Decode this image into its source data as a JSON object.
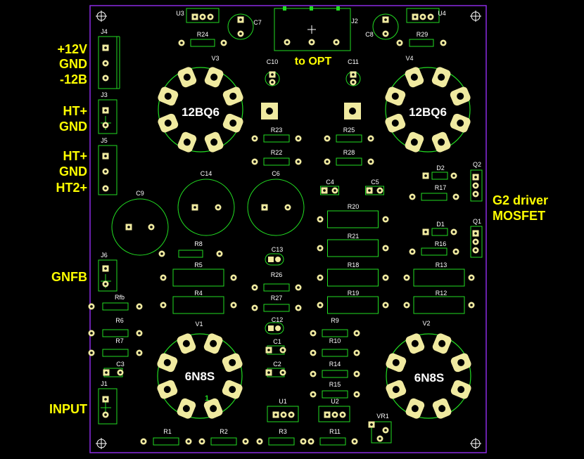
{
  "labels": {
    "j4": [
      "+12V",
      "GND",
      "-12B"
    ],
    "j3": [
      "HT+",
      "GND"
    ],
    "j5": [
      "HT+",
      "GND",
      "HT2+"
    ],
    "j6": "GNFB",
    "j1": "INPUT",
    "g2": [
      "G2 driver",
      "MOSFET"
    ],
    "opt": "to OPT",
    "tube_top": "12BQ6",
    "tube_bottom": "6N8S",
    "pin1_mark": "1"
  },
  "refs": {
    "u3": "U3",
    "u4": "U4",
    "c7": "C7",
    "c8": "C8",
    "j2": "J2",
    "j4": "J4",
    "j3": "J3",
    "j5": "J5",
    "j6": "J6",
    "j1": "J1",
    "r24": "R24",
    "r29": "R29",
    "v3": "V3",
    "v4": "V4",
    "v1": "V1",
    "v2": "V2",
    "c10": "C10",
    "c11": "C11",
    "r23": "R23",
    "r25": "R25",
    "r22": "R22",
    "r28": "R28",
    "c14": "C14",
    "c6": "C6",
    "c9": "C9",
    "c4": "C4",
    "c5": "C5",
    "d2": "D2",
    "q2": "Q2",
    "r17": "R17",
    "d1": "D1",
    "q1": "Q1",
    "r16": "R16",
    "r20": "R20",
    "r21": "R21",
    "r8": "R8",
    "c13": "C13",
    "r5": "R5",
    "r26": "R26",
    "r18": "R18",
    "r13": "R13",
    "r4": "R4",
    "r27": "R27",
    "r19": "R19",
    "r12": "R12",
    "rfb": "Rfb",
    "r6": "R6",
    "c12": "C12",
    "r9": "R9",
    "r7": "R7",
    "c1": "C1",
    "r10": "R10",
    "c3": "C3",
    "c2": "C2",
    "r14": "R14",
    "r15": "R15",
    "u1": "U1",
    "u2": "U2",
    "vr1": "VR1",
    "r1": "R1",
    "r2": "R2",
    "r3": "R3",
    "r11": "R11"
  },
  "colors": {
    "outline": "#8a2be2",
    "silk": "#22dd22",
    "pad": "#f0eaa0",
    "hole": "#000000",
    "label": "#ffff00"
  }
}
